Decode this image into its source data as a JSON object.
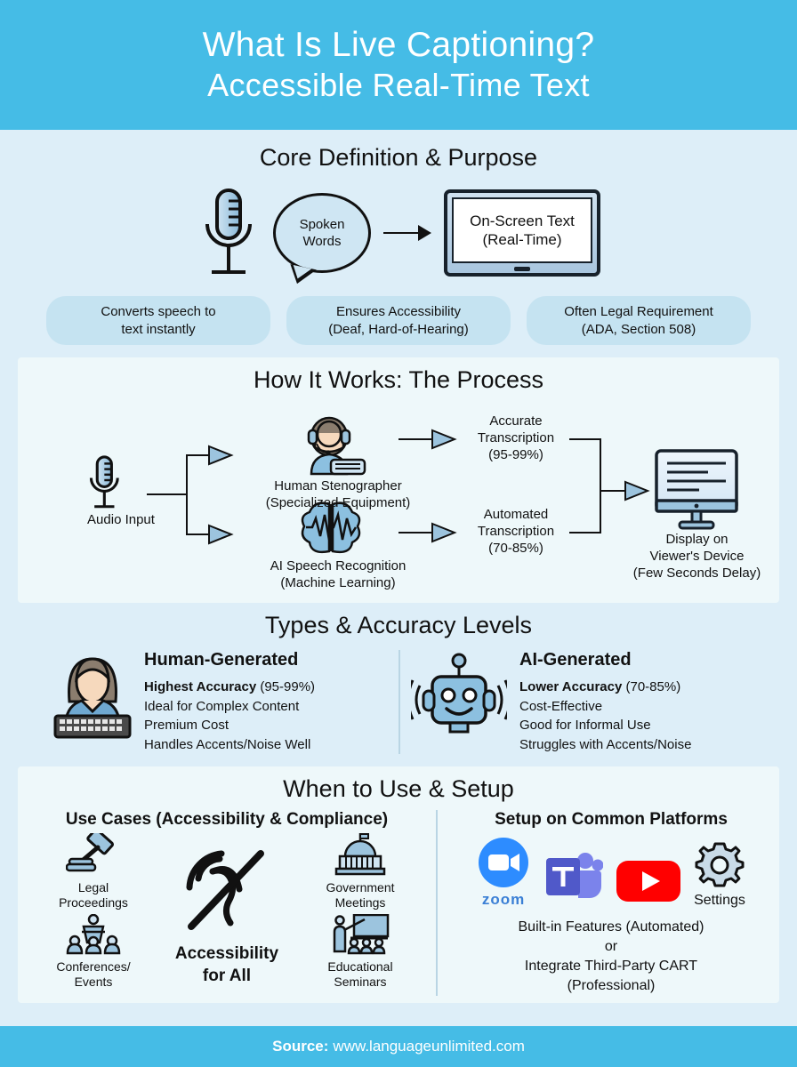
{
  "header": {
    "line1": "What Is Live Captioning?",
    "line2": "Accessible Real-Time Text",
    "bg": "#45bce6"
  },
  "core": {
    "title": "Core Definition & Purpose",
    "mic_icon": "microphone-icon",
    "bubble_line1": "Spoken",
    "bubble_line2": "Words",
    "monitor_line1": "On-Screen Text",
    "monitor_line2": "(Real-Time)",
    "pills": [
      {
        "line1": "Converts speech to",
        "line2": "text instantly"
      },
      {
        "line1": "Ensures Accessibility",
        "line2": "(Deaf, Hard-of-Hearing)"
      },
      {
        "line1": "Often Legal Requirement",
        "line2": "(ADA, Section 508)"
      }
    ]
  },
  "process": {
    "title": "How It Works: The Process",
    "input_label": "Audio Input",
    "branch_top": {
      "line1": "Human Stenographer",
      "line2": "(Specialized Equipment)"
    },
    "branch_bottom": {
      "line1": "AI Speech Recognition",
      "line2": "(Machine Learning)"
    },
    "result_top": {
      "line1": "Accurate",
      "line2": "Transcription",
      "line3": "(95-99%)"
    },
    "result_bottom": {
      "line1": "Automated",
      "line2": "Transcription",
      "line3": "(70-85%)"
    },
    "output": {
      "line1": "Display on",
      "line2": "Viewer's Device",
      "line3": "(Few Seconds Delay)"
    }
  },
  "types": {
    "title": "Types & Accuracy Levels",
    "human": {
      "heading": "Human-Generated",
      "icon": "woman-with-keyboard-icon",
      "bullets": [
        {
          "strong": "Highest Accuracy",
          "rest": " (95-99%)"
        },
        {
          "strong": "",
          "rest": "Ideal for Complex Content"
        },
        {
          "strong": "",
          "rest": "Premium Cost"
        },
        {
          "strong": "",
          "rest": "Handles Accents/Noise Well"
        }
      ]
    },
    "ai": {
      "heading": "AI-Generated",
      "icon": "robot-icon",
      "bullets": [
        {
          "strong": "Lower Accuracy",
          "rest": " (70-85%)"
        },
        {
          "strong": "",
          "rest": "Cost-Effective"
        },
        {
          "strong": "",
          "rest": "Good for Informal Use"
        },
        {
          "strong": "",
          "rest": "Struggles with Accents/Noise"
        }
      ]
    }
  },
  "when": {
    "title": "When to Use & Setup",
    "usecases_heading": "Use Cases (Accessibility & Compliance)",
    "usecases_left": [
      {
        "icon": "gavel-icon",
        "line1": "Legal",
        "line2": "Proceedings"
      },
      {
        "icon": "conference-podium-icon",
        "line1": "Conferences/",
        "line2": "Events"
      }
    ],
    "usecases_right": [
      {
        "icon": "capitol-building-icon",
        "line1": "Government",
        "line2": "Meetings"
      },
      {
        "icon": "classroom-teacher-icon",
        "line1": "Educational",
        "line2": "Seminars"
      }
    ],
    "accessibility": {
      "icon": "deaf-ear-icon",
      "line1": "Accessibility",
      "line2": "for All"
    },
    "setup_heading": "Setup on Common Platforms",
    "platforms": [
      {
        "name": "zoom-logo",
        "label": "zoom",
        "color": "#2d8cff"
      },
      {
        "name": "microsoft-teams-logo",
        "label": "",
        "color": "#5b5fc7"
      },
      {
        "name": "youtube-logo",
        "label": "",
        "color": "#ff0000"
      },
      {
        "name": "settings-gear-icon",
        "label": "Settings",
        "color": "#1a1a1a"
      }
    ],
    "setup_note_line1": "Built-in Features (Automated)",
    "setup_note_line2": "or",
    "setup_note_line3": "Integrate Third-Party CART",
    "setup_note_line4": "(Professional)"
  },
  "footer": {
    "label": "Source:",
    "url": "www.languageunlimited.com"
  }
}
